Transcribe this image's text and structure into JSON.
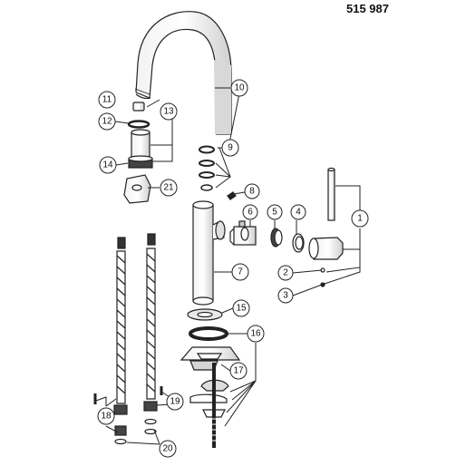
{
  "doc_number": "515 987",
  "callouts": {
    "c1": "1",
    "c2": "2",
    "c3": "3",
    "c4": "4",
    "c5": "5",
    "c6": "6",
    "c7": "7",
    "c8": "8",
    "c9": "9",
    "c10": "10",
    "c11": "11",
    "c12": "12",
    "c13": "13",
    "c14": "14",
    "c15": "15",
    "c16": "16",
    "c17": "17",
    "c18": "18",
    "c19": "19",
    "c20": "20",
    "c21": "21"
  },
  "colors": {
    "line": "#222222",
    "part_fill": "#ffffff",
    "shade": "#d8d8d8"
  }
}
